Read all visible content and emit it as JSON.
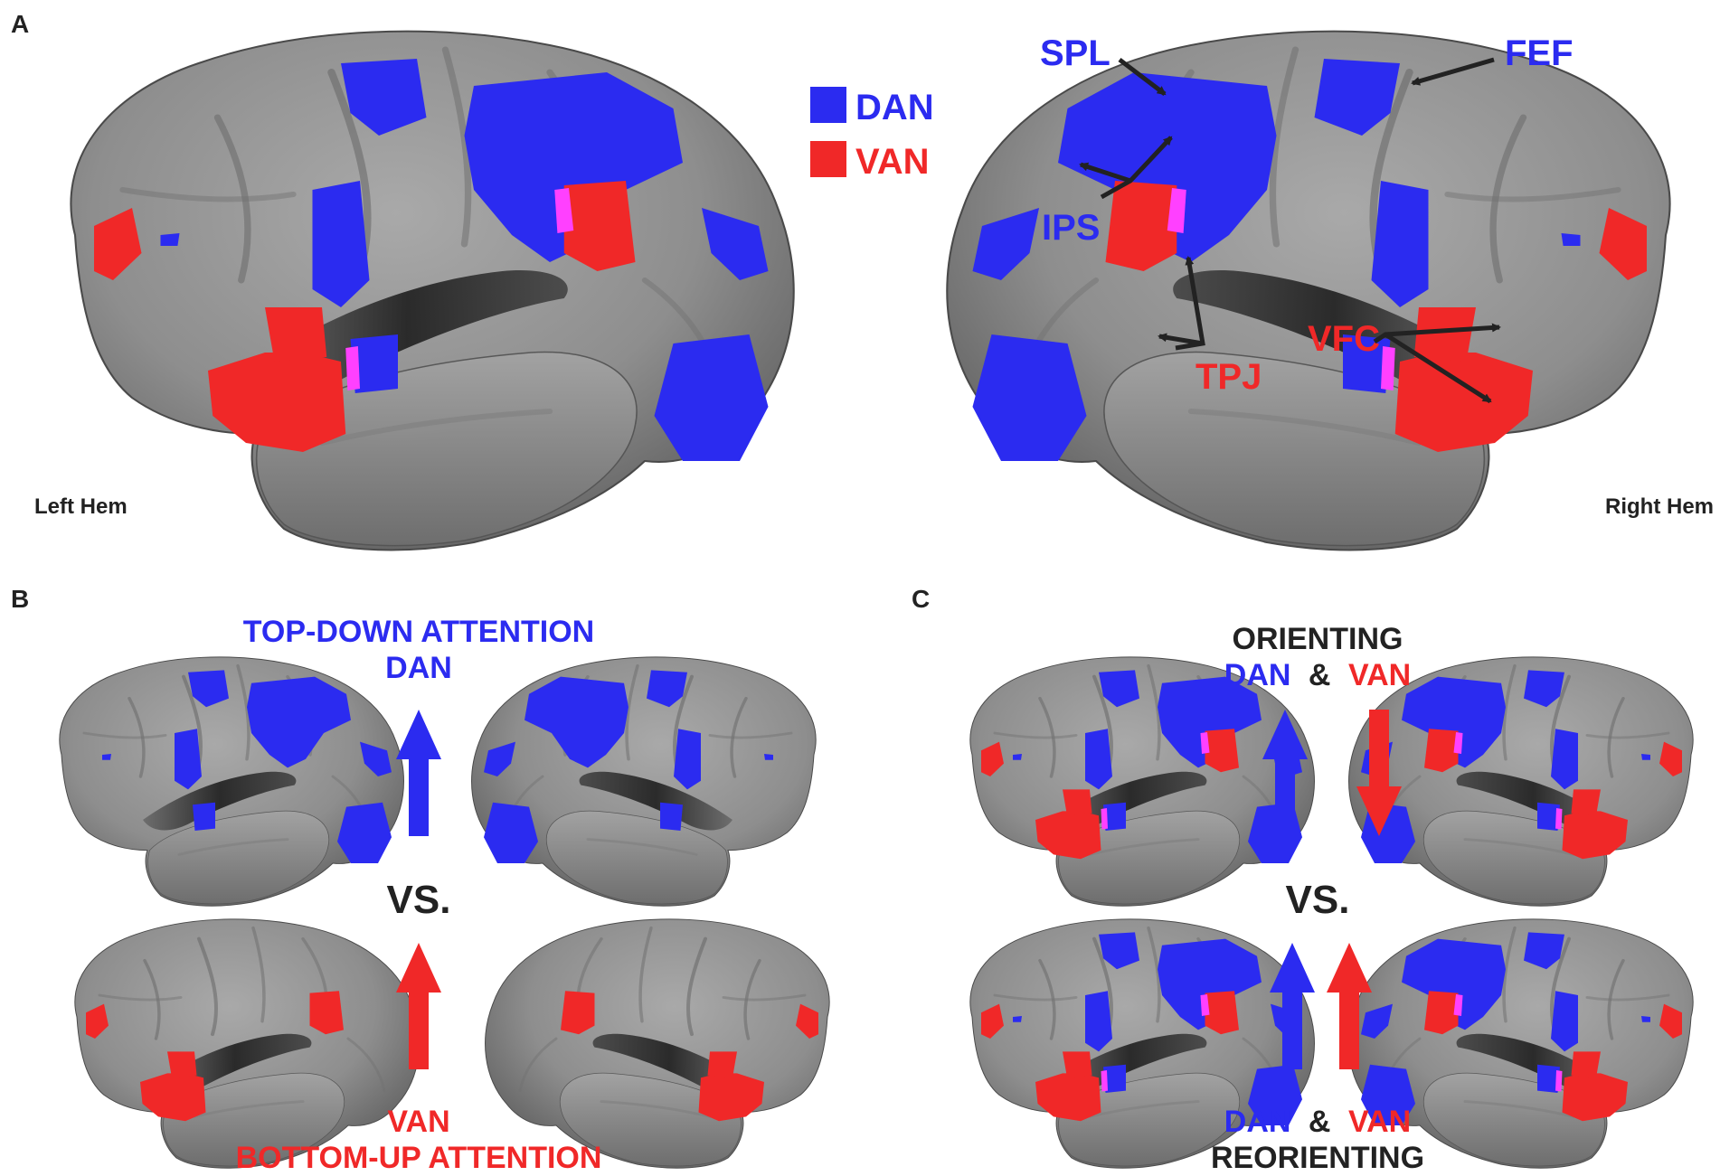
{
  "colors": {
    "dan": "#2b2bf0",
    "van": "#f02828",
    "overlap": "#ff40ff",
    "cortex": "#8c8c8c",
    "text_dark": "#222222"
  },
  "panel_a": {
    "letter": "A",
    "legend": {
      "dan": "DAN",
      "van": "VAN"
    },
    "left_hem": "Left Hem",
    "right_hem": "Right Hem",
    "regions": {
      "spl": "SPL",
      "fef": "FEF",
      "ips": "IPS",
      "tpj": "TPJ",
      "vfc": "VFC"
    }
  },
  "panel_b": {
    "letter": "B",
    "top_line1": "TOP-DOWN ATTENTION",
    "top_line2": "DAN",
    "vs": "VS.",
    "bottom_line1": "VAN",
    "bottom_line2": "BOTTOM-UP ATTENTION"
  },
  "panel_c": {
    "letter": "C",
    "top_line1": "ORIENTING",
    "top_dan": "DAN",
    "amp": "&",
    "top_van": "VAN",
    "vs": "VS.",
    "bottom_dan": "DAN",
    "bottom_van": "VAN",
    "bottom_line2": "REORIENTING"
  }
}
